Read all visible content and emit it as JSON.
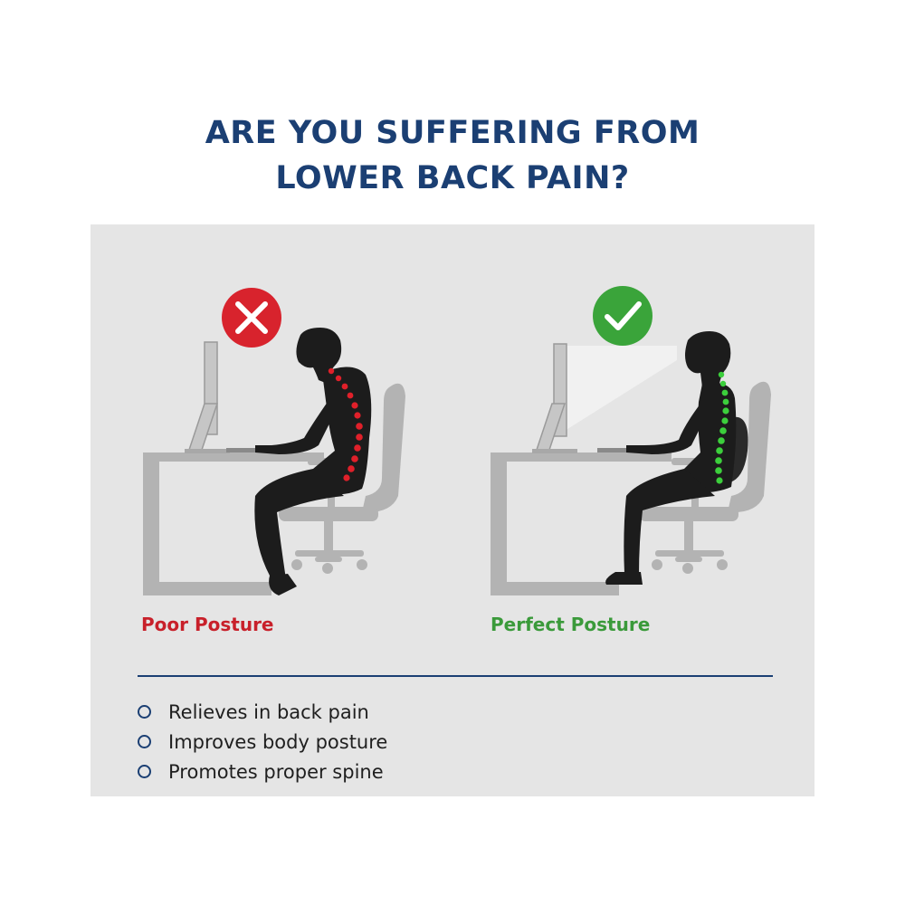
{
  "headline": {
    "line1": "ARE YOU SUFFERING FROM",
    "line2": "LOWER BACK PAIN?"
  },
  "comparison": {
    "poor": {
      "label": "Poor Posture",
      "color": "#c8202a",
      "icon": "cross-mark-icon"
    },
    "perfect": {
      "label": "Perfect Posture",
      "color": "#3a9a3a",
      "icon": "check-mark-icon"
    }
  },
  "benefits": [
    "Relieves in back pain",
    "Improves body posture",
    "Promotes proper spine"
  ],
  "colors": {
    "headline": "#1b3f73",
    "panel_background": "#e5e5e5",
    "furniture": "#b3b3b3",
    "silhouette": "#1c1c1c"
  }
}
